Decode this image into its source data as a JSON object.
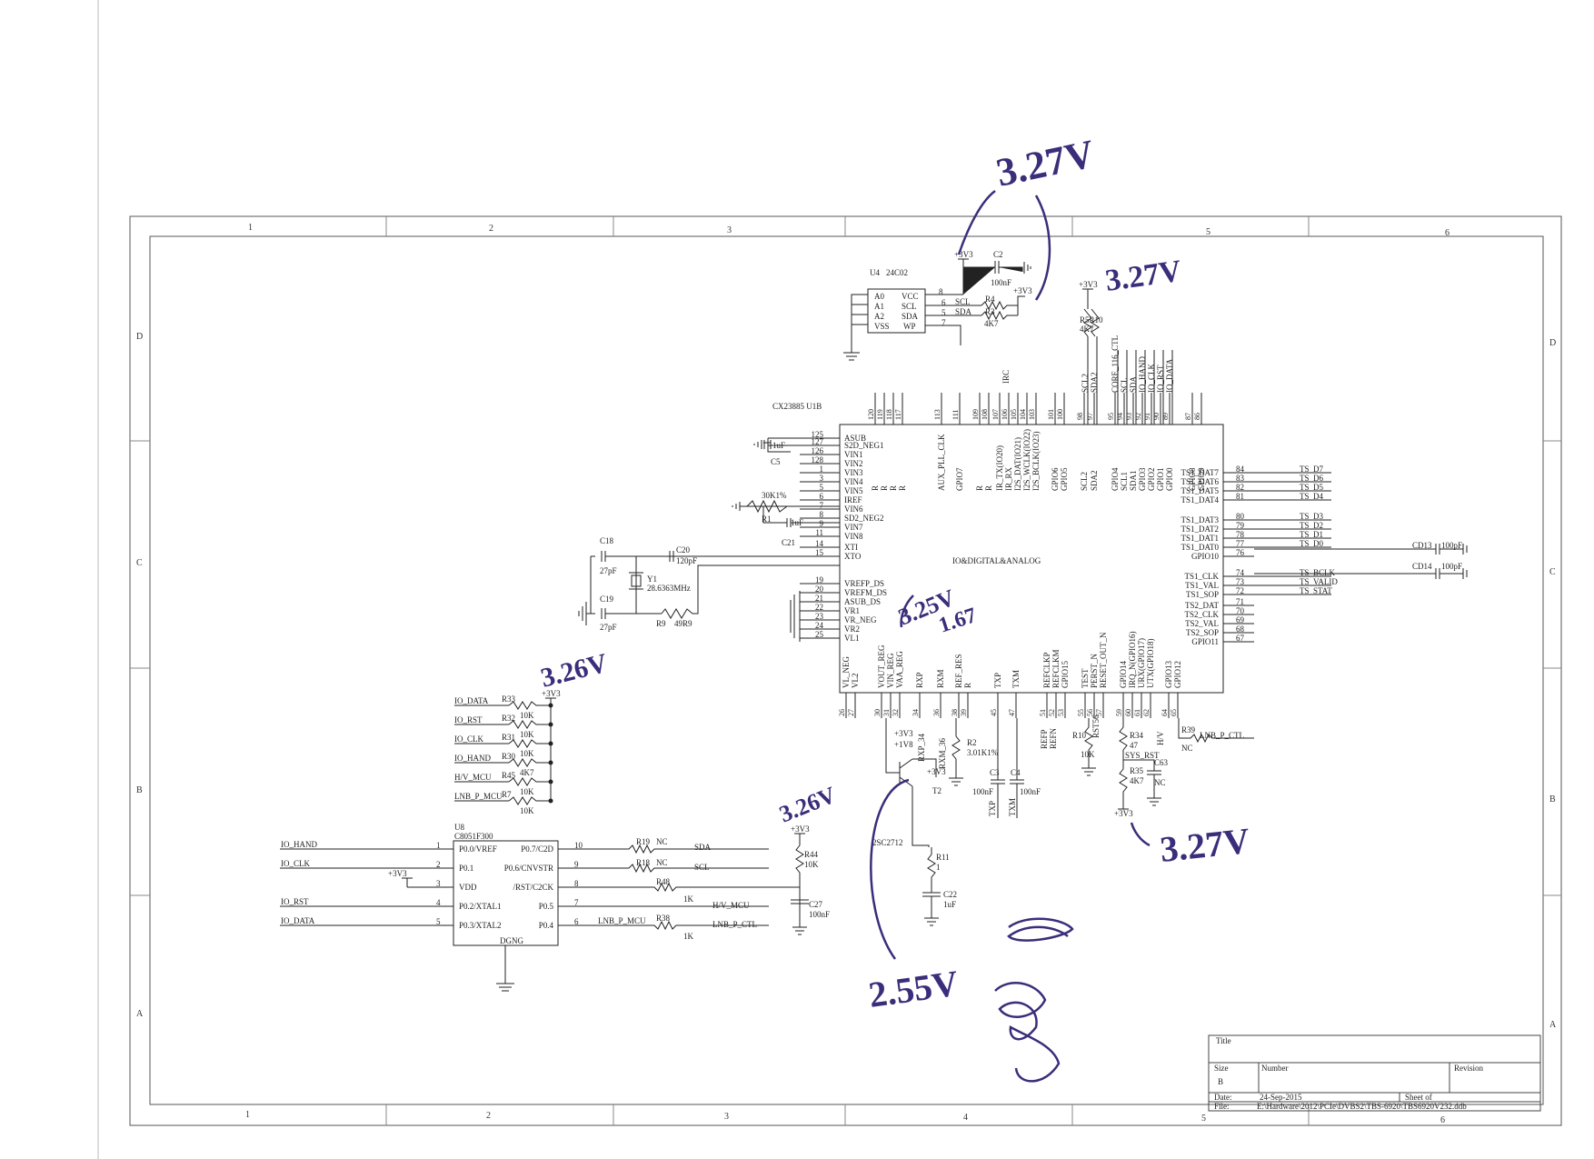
{
  "frame": {
    "cols_top": [
      "1",
      "2",
      "3",
      "5",
      "6"
    ],
    "cols_bottom": [
      "1",
      "2",
      "3",
      "4",
      "5",
      "6"
    ],
    "rows_left": [
      "D",
      "C",
      "B",
      "A"
    ],
    "rows_right": [
      "D",
      "C",
      "B",
      "A"
    ]
  },
  "eeprom": {
    "ref": "U4",
    "part": "24C02",
    "pins_left": [
      "A0",
      "A1",
      "A2",
      "VSS"
    ],
    "pins_right": [
      "VCC",
      "SCL",
      "SDA",
      "WP"
    ],
    "pin_nums": [
      "8",
      "6",
      "5",
      "7"
    ],
    "net_scl": "SCL",
    "net_sda": "SDA",
    "pwr": "+3V3",
    "pwr2": "+3V3",
    "cap": "C2",
    "cap_val": "100nF",
    "res_a": "R4",
    "res_b": "R3",
    "res_val": "4K7"
  },
  "pullups_top": {
    "pwr": "+3V3",
    "ref": "R5R10",
    "val": "4K7",
    "nets": [
      "SCL2",
      "SDA2",
      "CORE_116_CTL",
      "SCL",
      "SDA",
      "IO_HAND",
      "IO_CLK",
      "IO_RST",
      "IO_DATA"
    ]
  },
  "main_ic": {
    "ref": "CX23885  U1B",
    "center_label": "IO&DIGITAL&ANALOG",
    "left_pins": [
      {
        "num": "125",
        "name": "ASUB"
      },
      {
        "num": "127",
        "name": "S2D_NEG1"
      },
      {
        "num": "126",
        "name": "VIN1"
      },
      {
        "num": "128",
        "name": "VIN2"
      },
      {
        "num": "1",
        "name": "VIN3"
      },
      {
        "num": "3",
        "name": "VIN4"
      },
      {
        "num": "5",
        "name": "VIN5"
      },
      {
        "num": "6",
        "name": "IREF"
      },
      {
        "num": "7",
        "name": "VIN6"
      },
      {
        "num": "8",
        "name": "SD2_NEG2"
      },
      {
        "num": "9",
        "name": "VIN7"
      },
      {
        "num": "11",
        "name": "VIN8"
      },
      {
        "num": "14",
        "name": "XTI"
      },
      {
        "num": "15",
        "name": "XTO"
      },
      {
        "num": "19",
        "name": "VREFP_DS"
      },
      {
        "num": "20",
        "name": "VREFM_DS"
      },
      {
        "num": "21",
        "name": "ASUB_DS"
      },
      {
        "num": "22",
        "name": "VR1"
      },
      {
        "num": "23",
        "name": "VR_NEG"
      },
      {
        "num": "24",
        "name": "VR2"
      },
      {
        "num": "25",
        "name": "VL1"
      }
    ],
    "right_pins": [
      {
        "num": "84",
        "name": "TS1_DAT7",
        "net": "TS_D7"
      },
      {
        "num": "83",
        "name": "TS1_DAT6",
        "net": "TS_D6"
      },
      {
        "num": "82",
        "name": "TS1_DAT5",
        "net": "TS_D5"
      },
      {
        "num": "81",
        "name": "TS1_DAT4",
        "net": "TS_D4"
      },
      {
        "num": "80",
        "name": "TS1_DAT3",
        "net": "TS_D3"
      },
      {
        "num": "79",
        "name": "TS1_DAT2",
        "net": "TS_D2"
      },
      {
        "num": "78",
        "name": "TS1_DAT1",
        "net": "TS_D1"
      },
      {
        "num": "77",
        "name": "TS1_DAT0",
        "net": "TS_D0"
      },
      {
        "num": "76",
        "name": "GPIO10",
        "net": ""
      },
      {
        "num": "74",
        "name": "TS1_CLK",
        "net": "TS_BCLK"
      },
      {
        "num": "73",
        "name": "TS1_VAL",
        "net": "TS_VALID"
      },
      {
        "num": "72",
        "name": "TS1_SOP",
        "net": "TS_STAT"
      },
      {
        "num": "71",
        "name": "TS2_DAT",
        "net": ""
      },
      {
        "num": "70",
        "name": "TS2_CLK",
        "net": ""
      },
      {
        "num": "69",
        "name": "TS2_VAL",
        "net": ""
      },
      {
        "num": "68",
        "name": "TS2_SOP",
        "net": ""
      },
      {
        "num": "67",
        "name": "GPIO11",
        "net": ""
      }
    ],
    "top_pins": [
      {
        "num": "120",
        "name": "R"
      },
      {
        "num": "119",
        "name": "R"
      },
      {
        "num": "118",
        "name": "R"
      },
      {
        "num": "117",
        "name": "R"
      },
      {
        "num": "113",
        "name": "AUX_PLL_CLK"
      },
      {
        "num": "111",
        "name": "GPIO7"
      },
      {
        "num": "109",
        "name": "R"
      },
      {
        "num": "108",
        "name": "R"
      },
      {
        "num": "107",
        "name": "IR_TX(IO20)"
      },
      {
        "num": "106",
        "name": "IR_RX"
      },
      {
        "num": "105",
        "name": "I2S_DAT(IO21)"
      },
      {
        "num": "104",
        "name": "I2S_WCLK(IO22)"
      },
      {
        "num": "103",
        "name": "I2S_BCLK(IO23)"
      },
      {
        "num": "101",
        "name": "GPIO6"
      },
      {
        "num": "100",
        "name": "GPIO5"
      },
      {
        "num": "98",
        "name": "SCL2"
      },
      {
        "num": "97",
        "name": "SDA2"
      },
      {
        "num": "95",
        "name": "GPIO4"
      },
      {
        "num": "94",
        "name": "SCL1"
      },
      {
        "num": "93",
        "name": "SDA1"
      },
      {
        "num": "92",
        "name": "GPIO3"
      },
      {
        "num": "91",
        "name": "GPIO2"
      },
      {
        "num": "90",
        "name": "GPIO1"
      },
      {
        "num": "89",
        "name": "GPIO0"
      },
      {
        "num": "87",
        "name": "GPIO8"
      },
      {
        "num": "86",
        "name": "GPIO9"
      }
    ],
    "irc_label": "IRC",
    "bottom_pins": [
      {
        "num": "26",
        "name": "VL_NEG"
      },
      {
        "num": "27",
        "name": "VL2"
      },
      {
        "num": "30",
        "name": "VOUT_REG"
      },
      {
        "num": "31",
        "name": "VIN_REG"
      },
      {
        "num": "32",
        "name": "VAA_REG"
      },
      {
        "num": "34",
        "name": "RXP"
      },
      {
        "num": "36",
        "name": "RXM"
      },
      {
        "num": "38",
        "name": "REF_RES"
      },
      {
        "num": "39",
        "name": "R"
      },
      {
        "num": "45",
        "name": "TXP"
      },
      {
        "num": "47",
        "name": "TXM"
      },
      {
        "num": "51",
        "name": "REFCLKP"
      },
      {
        "num": "52",
        "name": "REFCLKM"
      },
      {
        "num": "53",
        "name": "GPIO15"
      },
      {
        "num": "55",
        "name": "TEST"
      },
      {
        "num": "56",
        "name": "PERST_N"
      },
      {
        "num": "57",
        "name": "RESET_OUT_N"
      },
      {
        "num": "59",
        "name": "GPIO14"
      },
      {
        "num": "60",
        "name": "IRQ_N(GPIO16)"
      },
      {
        "num": "61",
        "name": "URX(GPIO17)"
      },
      {
        "num": "62",
        "name": "UTX(GPIO18)"
      },
      {
        "num": "64",
        "name": "GPIO13"
      },
      {
        "num": "65",
        "name": "GPIO12"
      }
    ]
  },
  "left_analog": {
    "c5": "C5",
    "c5_val": "1uF",
    "r1": "R1",
    "r1_val": "30K1%",
    "c21": "C21",
    "c21_val": "1uF",
    "c18": "C18",
    "c18_val": "27pF",
    "c19": "C19",
    "c19_val": "27pF",
    "c20": "C20",
    "c20_val": "120pF",
    "y1": "Y1",
    "y1_val": "28.6363MHz",
    "r9": "R9",
    "r9_val": "49R9"
  },
  "cd_caps": [
    {
      "ref": "CD13",
      "val": "100pF"
    },
    {
      "ref": "CD14",
      "val": "100pF"
    }
  ],
  "pullup_bank": {
    "pwr": "+3V3",
    "rows": [
      {
        "net": "IO_DATA",
        "ref": "R33",
        "val": "10K"
      },
      {
        "net": "IO_RST",
        "ref": "R32",
        "val": "10K"
      },
      {
        "net": "IO_CLK",
        "ref": "R31",
        "val": "10K"
      },
      {
        "net": "IO_HAND",
        "ref": "R30",
        "val": "4K7"
      },
      {
        "net": "H/V_MCU",
        "ref": "R45",
        "val": "10K"
      },
      {
        "net": "LNB_P_MCU",
        "ref": "R7",
        "val": "10K"
      }
    ]
  },
  "mcu": {
    "ref": "U8",
    "part": "C8051F300",
    "pins_left": [
      {
        "num": "1",
        "name": "P0.0/VREF",
        "net": "IO_HAND"
      },
      {
        "num": "2",
        "name": "P0.1",
        "net": "IO_CLK"
      },
      {
        "num": "3",
        "name": "VDD",
        "net": ""
      },
      {
        "num": "4",
        "name": "P0.2/XTAL1",
        "net": "IO_RST"
      },
      {
        "num": "5",
        "name": "P0.3/XTAL2",
        "net": "IO_DATA"
      }
    ],
    "pins_right": [
      {
        "num": "10",
        "name": "P0.7/C2D"
      },
      {
        "num": "9",
        "name": "P0.6/CNVSTR"
      },
      {
        "num": "8",
        "name": "/RST/C2CK"
      },
      {
        "num": "7",
        "name": "P0.5"
      },
      {
        "num": "6",
        "name": "P0.4"
      }
    ],
    "gnd": "DGNG",
    "vdd_pwr": "+3V3",
    "r19": "R19",
    "r19_val": "NC",
    "net_sda": "SDA",
    "r18": "R18",
    "r18_val": "NC",
    "net_scl": "SCL",
    "r48": "R48",
    "r48_val": "1K",
    "net_hv": "H/V_MCU",
    "net_lnb_mcu": "LNB_P_MCU",
    "r38": "R38",
    "r38_val": "1K",
    "net_lnb_ctl": "LNB_P_CTL",
    "r44": "R44",
    "r44_val": "10K",
    "r44_pwr": "+3V3",
    "c27": "C27",
    "c27_val": "100nF"
  },
  "bottom_section": {
    "pwr_31": "+3V3",
    "pwr_1v8": "+1V8",
    "rxp": "RXP_34",
    "rxm": "RXM_36",
    "r2": "R2",
    "r2_val": "3.01K1%",
    "c3": "C3",
    "c3_val": "100nF",
    "c4": "C4",
    "c4_val": "100nF",
    "txp": "TXP",
    "txm": "TXM",
    "t2": "T2",
    "t2_part": "2SC2712",
    "t2_pwr": "+3V3",
    "r11": "R11",
    "r11_val": "1",
    "c22": "C22",
    "c22_val": "1uF",
    "refp": "REFP",
    "refn": "REFN",
    "rst56": "RST56",
    "r10": "R10",
    "r10_val": "10K",
    "r34": "R34",
    "r34_val": "47",
    "sys_rst": "SYS_RST",
    "r35": "R35",
    "r35_val": "4K7",
    "c63": "C63",
    "c63_val": "NC",
    "pwr_bottom": "+3V3",
    "hv": "H/V",
    "r39": "R39",
    "r39_val": "NC",
    "net_lnb_ctl": "LNB_P_CTL"
  },
  "title_block": {
    "title_label": "Title",
    "size_label": "Size",
    "size_val": "B",
    "number_label": "Number",
    "revision_label": "Revision",
    "date_label": "Date:",
    "date_val": "24-Sep-2015",
    "sheet_label": "Sheet    of",
    "file_label": "File:",
    "file_val": "E:\\Hardware\\2012\\PCIe\\DVBS2\\TBS-6920\\TBS6920V232.ddb"
  },
  "handwritten": [
    {
      "id": "v-eeprom",
      "text": "3.27V"
    },
    {
      "id": "v-pullup-top",
      "text": "3.27V"
    },
    {
      "id": "v-vout-reg",
      "text": "3.25V"
    },
    {
      "id": "v-vin-reg",
      "text": "1.67"
    },
    {
      "id": "v-pullup-bank",
      "text": "3.26V"
    },
    {
      "id": "v-r44",
      "text": "3.26V"
    },
    {
      "id": "v-sys-rst",
      "text": "3.27V"
    },
    {
      "id": "v-transistor",
      "text": "2.55V"
    }
  ]
}
